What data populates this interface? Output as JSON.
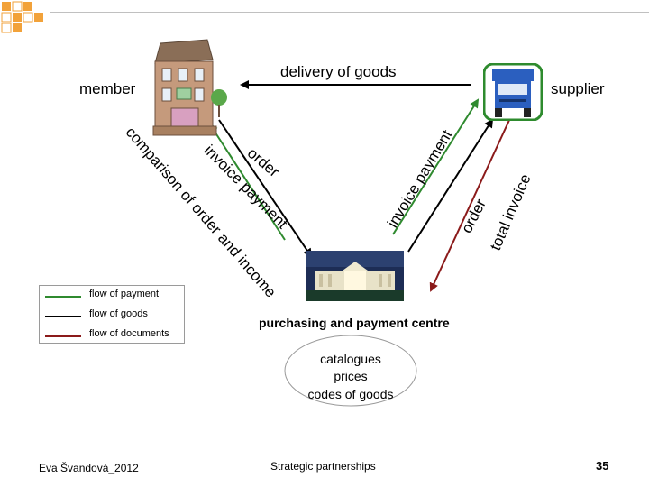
{
  "colors": {
    "goods": "#000000",
    "payment": "#2f8a2f",
    "documents": "#8b1a1a",
    "decoration_orange": "#f2a23a"
  },
  "labels": {
    "member": "member",
    "supplier": "supplier",
    "delivery_of_goods": "delivery of goods",
    "order_left": "order",
    "invoice_payment_left": "invoice payment",
    "comparison": "comparison of order and income",
    "invoice_payment_center": "invoice payment",
    "order_right": "order",
    "total_invoice": "total invoice",
    "centre": "purchasing and payment centre",
    "circle_line1": "catalogues",
    "circle_line2": "prices",
    "circle_line3": "codes of goods"
  },
  "legend": [
    {
      "label": "flow of payment",
      "color": "#2f8a2f"
    },
    {
      "label": "flow of goods",
      "color": "#000000"
    },
    {
      "label": "flow of documents",
      "color": "#8b1a1a"
    }
  ],
  "footer": {
    "author": "Eva Švandová_2012",
    "title": "Strategic partnerships",
    "page": "35"
  },
  "icons": {
    "member": "building-icon",
    "supplier": "truck-icon",
    "centre": "white-house-icon"
  }
}
